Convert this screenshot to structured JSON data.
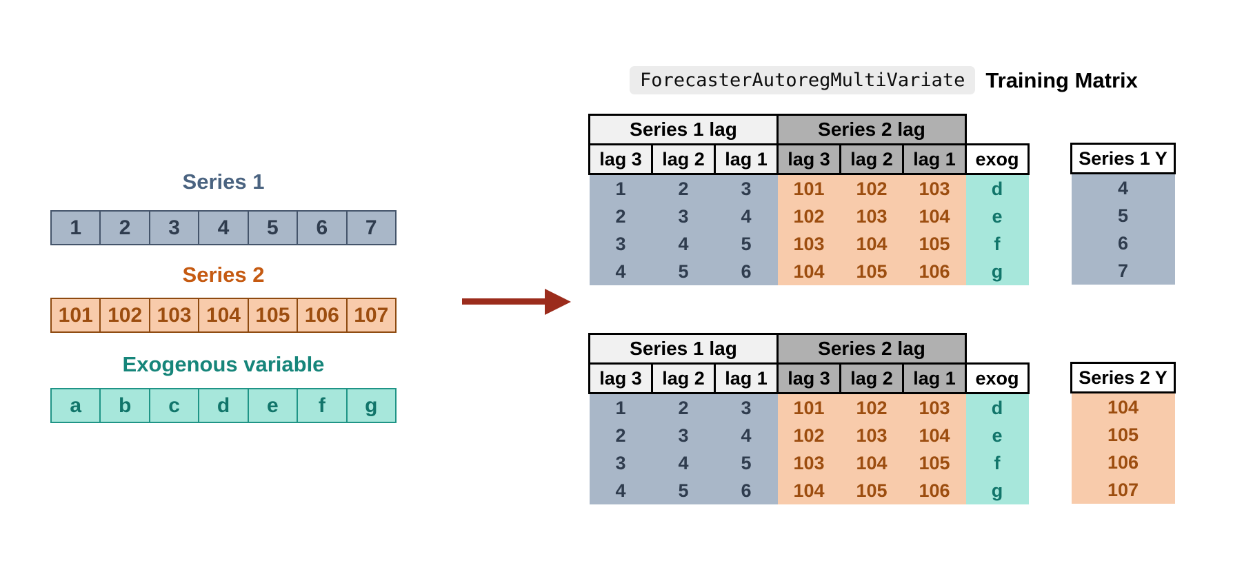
{
  "header": {
    "code_label": "ForecasterAutoregMultiVariate",
    "title": "Training Matrix"
  },
  "inputs": {
    "series1": {
      "title": "Series 1",
      "values": [
        "1",
        "2",
        "3",
        "4",
        "5",
        "6",
        "7"
      ]
    },
    "series2": {
      "title": "Series 2",
      "values": [
        "101",
        "102",
        "103",
        "104",
        "105",
        "106",
        "107"
      ]
    },
    "exog": {
      "title": "Exogenous variable",
      "values": [
        "a",
        "b",
        "c",
        "d",
        "e",
        "f",
        "g"
      ]
    }
  },
  "matrix": {
    "group_headers": [
      "Series 1 lag",
      "Series 2 lag"
    ],
    "col_headers": [
      "lag 3",
      "lag 2",
      "lag 1",
      "lag 3",
      "lag 2",
      "lag 1",
      "exog"
    ],
    "rows": [
      [
        "1",
        "2",
        "3",
        "101",
        "102",
        "103",
        "d"
      ],
      [
        "2",
        "3",
        "4",
        "102",
        "103",
        "104",
        "e"
      ],
      [
        "3",
        "4",
        "5",
        "103",
        "104",
        "105",
        "f"
      ],
      [
        "4",
        "5",
        "6",
        "104",
        "105",
        "106",
        "g"
      ]
    ]
  },
  "targets": {
    "y1": {
      "header": "Series 1 Y",
      "values": [
        "4",
        "5",
        "6",
        "7"
      ]
    },
    "y2": {
      "header": "Series 2 Y",
      "values": [
        "104",
        "105",
        "106",
        "107"
      ]
    }
  },
  "colors": {
    "series1_title": "#4a6380",
    "series2_title": "#c55a11",
    "exog_title": "#16857a",
    "arrow": "#9b2c1c",
    "blue_cell_bg": "#a9b7c8",
    "blue_cell_border": "#44546a",
    "orange_cell_bg": "#f8cbab",
    "orange_cell_border": "#8e4a10",
    "teal_cell_bg": "#a7e7db",
    "teal_cell_border": "#1f9486",
    "header_light_bg": "#f1f1f1",
    "header_gray_bg": "#b0b0b0",
    "code_badge_bg": "#ececec"
  }
}
